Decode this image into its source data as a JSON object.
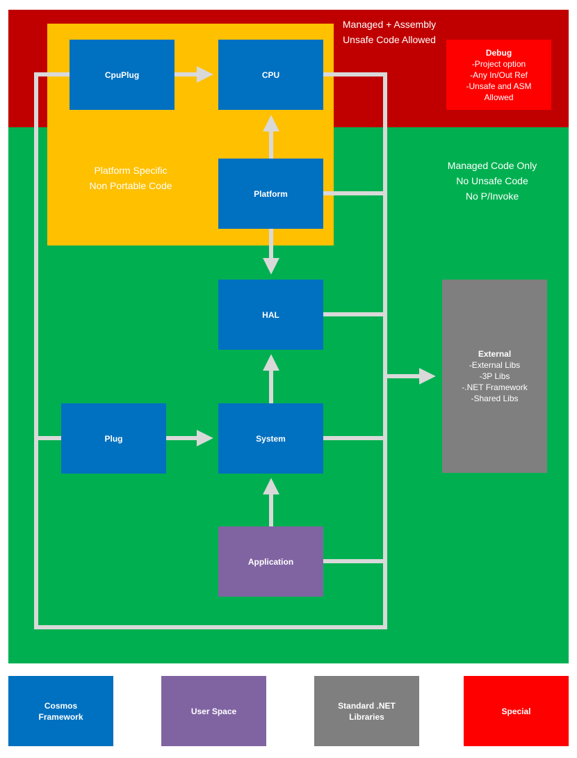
{
  "zones": {
    "top_label": "Managed + Assembly\nUnsafe Code Allowed",
    "platform_label": "Platform Specific\nNon Portable Code",
    "managed_label": "Managed Code Only\nNo Unsafe Code\nNo P/Invoke"
  },
  "nodes": {
    "cpuplug": "CpuPlug",
    "cpu": "CPU",
    "platform": "Platform",
    "hal": "HAL",
    "plug": "Plug",
    "system": "System",
    "application": "Application"
  },
  "debug": {
    "title": "Debug",
    "lines": [
      "-Project option",
      "-Any In/Out Ref",
      "-Unsafe and ASM",
      "Allowed"
    ]
  },
  "external": {
    "title": "External",
    "lines": [
      "-External Libs",
      "-3P Libs",
      "-.NET Framework",
      "-Shared Libs"
    ]
  },
  "legend": [
    {
      "label": "Cosmos\nFramework",
      "color": "#0070c0"
    },
    {
      "label": "User Space",
      "color": "#8064a2"
    },
    {
      "label": "Standard .NET\nLibraries",
      "color": "#7f7f7f"
    },
    {
      "label": "Special",
      "color": "#ff0000"
    }
  ],
  "colors": {
    "framework": "#0070c0",
    "user_space": "#8064a2",
    "standard_libs": "#7f7f7f",
    "special": "#ff0000",
    "connector": "#d9d9d9"
  }
}
